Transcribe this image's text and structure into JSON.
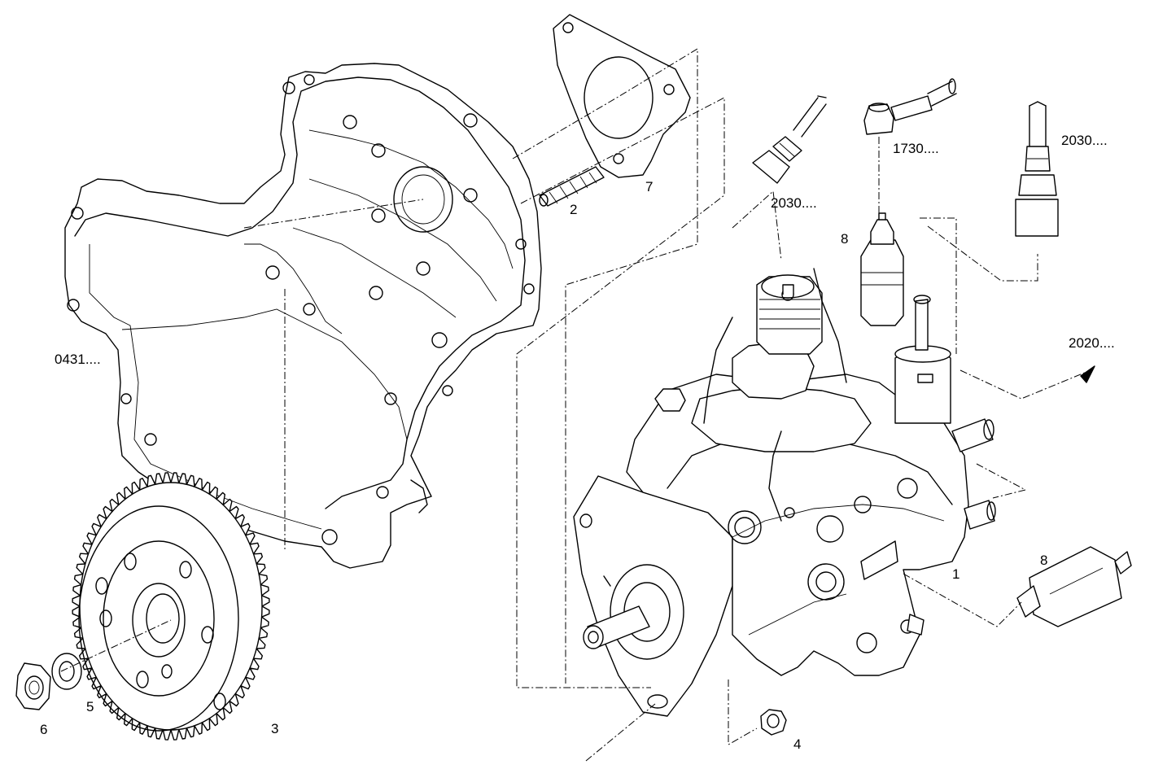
{
  "callouts": {
    "c0431": "0431....",
    "c2": "2",
    "c7": "7",
    "c2030a": "2030....",
    "c1730": "1730....",
    "c2030b": "2030....",
    "c8a": "8",
    "c2020": "2020....",
    "c1": "1",
    "c8b": "8",
    "c3": "3",
    "c4": "4",
    "c5": "5",
    "c6": "6"
  }
}
